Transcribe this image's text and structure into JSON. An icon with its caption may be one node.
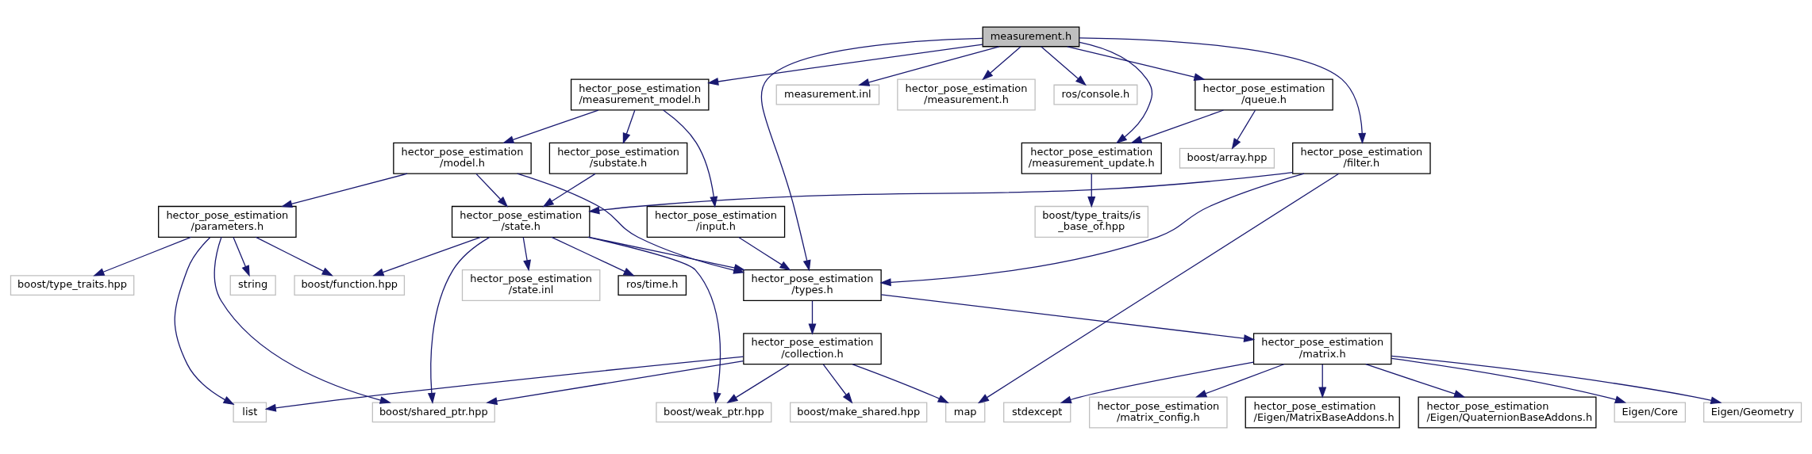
{
  "diagram": {
    "nodes": [
      {
        "text": [
          "measurement.h"
        ]
      },
      {
        "text": [
          "hector_pose_estimation /measurement_model.h"
        ]
      },
      {
        "text": [
          "hector_pose_estimation /queue.h"
        ]
      },
      {
        "text": [
          "measurement.inl"
        ]
      },
      {
        "text": [
          "hector_pose_estimation /measurement.h"
        ]
      },
      {
        "text": [
          "ros/console.h"
        ]
      },
      {
        "text": [
          "hector_pose_estimation /substate.h"
        ]
      },
      {
        "text": [
          "hector_pose_estimation /model.h"
        ]
      },
      {
        "text": [
          "hector_pose_estimation /measurement_update.h"
        ]
      },
      {
        "text": [
          "boost/array.hpp"
        ]
      },
      {
        "text": [
          "hector_pose_estimation /filter.h"
        ]
      },
      {
        "text": [
          "hector_pose_estimation /parameters.h"
        ]
      },
      {
        "text": [
          "hector_pose_estimation /state.h"
        ]
      },
      {
        "text": [
          "hector_pose_estimation /input.h"
        ]
      },
      {
        "text": [
          "boost/type_traits/is _base_of.hpp"
        ]
      },
      {
        "text": [
          "boost/type_traits.hpp"
        ]
      },
      {
        "text": [
          "string"
        ]
      },
      {
        "text": [
          "boost/function.hpp"
        ]
      },
      {
        "text": [
          "ros/time.h"
        ]
      },
      {
        "text": [
          "hector_pose_estimation /state.inl"
        ]
      },
      {
        "text": [
          "hector_pose_estimation /types.h"
        ]
      },
      {
        "text": [
          "hector_pose_estimation /collection.h"
        ]
      },
      {
        "text": [
          "hector_pose_estimation /matrix.h"
        ]
      },
      {
        "text": [
          "list"
        ]
      },
      {
        "text": [
          "boost/shared_ptr.hpp"
        ]
      },
      {
        "text": [
          "boost/weak_ptr.hpp"
        ]
      },
      {
        "text": [
          "boost/make_shared.hpp"
        ]
      },
      {
        "text": [
          "map"
        ]
      },
      {
        "text": [
          "Eigen/Geometry"
        ]
      },
      {
        "text": [
          "stdexcept"
        ]
      },
      {
        "text": [
          "hector_pose_estimation /matrix_config.h"
        ]
      },
      {
        "text": [
          "hector_pose_estimation /Eigen/MatrixBaseAddons.h"
        ]
      },
      {
        "text": [
          "hector_pose_estimation /Eigen/QuaternionBaseAddons.h"
        ]
      },
      {
        "text": [
          "Eigen/Core"
        ]
      }
    ],
    "edges": [
      {
        "from": 0,
        "to": 1,
        "arrow": "to"
      },
      {
        "from": 0,
        "to": 2,
        "arrow": "to"
      },
      {
        "from": 0,
        "to": 3,
        "arrow": "to"
      },
      {
        "from": 0,
        "to": 4,
        "arrow": "to"
      },
      {
        "from": 0,
        "to": 5,
        "arrow": "to"
      },
      {
        "from": 0,
        "to": 8,
        "arrow": "to"
      },
      {
        "from": 0,
        "to": 10,
        "arrow": "to"
      },
      {
        "from": 0,
        "to": 20,
        "arrow": "to"
      },
      {
        "from": 1,
        "to": 6,
        "arrow": "to"
      },
      {
        "from": 1,
        "to": 7,
        "arrow": "to"
      },
      {
        "from": 1,
        "to": 13,
        "arrow": "to"
      },
      {
        "from": 2,
        "to": 8,
        "arrow": "to"
      },
      {
        "from": 2,
        "to": 9,
        "arrow": "to"
      },
      {
        "from": 6,
        "to": 12,
        "arrow": "to"
      },
      {
        "from": 7,
        "to": 11,
        "arrow": "to"
      },
      {
        "from": 7,
        "to": 12,
        "arrow": "to"
      },
      {
        "from": 7,
        "to": 20,
        "arrow": "to"
      },
      {
        "from": 8,
        "to": 14,
        "arrow": "to"
      },
      {
        "from": 10,
        "to": 12,
        "arrow": "to"
      },
      {
        "from": 10,
        "to": 20,
        "arrow": "to"
      },
      {
        "from": 10,
        "to": 27,
        "arrow": "to"
      },
      {
        "from": 11,
        "to": 15,
        "arrow": "to"
      },
      {
        "from": 11,
        "to": 16,
        "arrow": "to"
      },
      {
        "from": 11,
        "to": 17,
        "arrow": "to"
      },
      {
        "from": 11,
        "to": 23,
        "arrow": "to"
      },
      {
        "from": 11,
        "to": 24,
        "arrow": "to"
      },
      {
        "from": 12,
        "to": 17,
        "arrow": "to"
      },
      {
        "from": 12,
        "to": 18,
        "arrow": "to"
      },
      {
        "from": 12,
        "to": 19,
        "arrow": "to"
      },
      {
        "from": 12,
        "to": 20,
        "arrow": "to"
      },
      {
        "from": 12,
        "to": 24,
        "arrow": "to"
      },
      {
        "from": 12,
        "to": 25,
        "arrow": "to"
      },
      {
        "from": 13,
        "to": 20,
        "arrow": "to"
      },
      {
        "from": 20,
        "to": 21,
        "arrow": "to"
      },
      {
        "from": 20,
        "to": 22,
        "arrow": "to"
      },
      {
        "from": 21,
        "to": 23,
        "arrow": "to"
      },
      {
        "from": 21,
        "to": 24,
        "arrow": "to"
      },
      {
        "from": 21,
        "to": 25,
        "arrow": "to"
      },
      {
        "from": 21,
        "to": 26,
        "arrow": "to"
      },
      {
        "from": 21,
        "to": 27,
        "arrow": "to"
      },
      {
        "from": 22,
        "to": 28,
        "arrow": "to"
      },
      {
        "from": 22,
        "to": 29,
        "arrow": "to"
      },
      {
        "from": 22,
        "to": 30,
        "arrow": "to"
      },
      {
        "from": 22,
        "to": 31,
        "arrow": "to"
      },
      {
        "from": 22,
        "to": 32,
        "arrow": "to"
      },
      {
        "from": 22,
        "to": 33,
        "arrow": "to"
      }
    ]
  }
}
